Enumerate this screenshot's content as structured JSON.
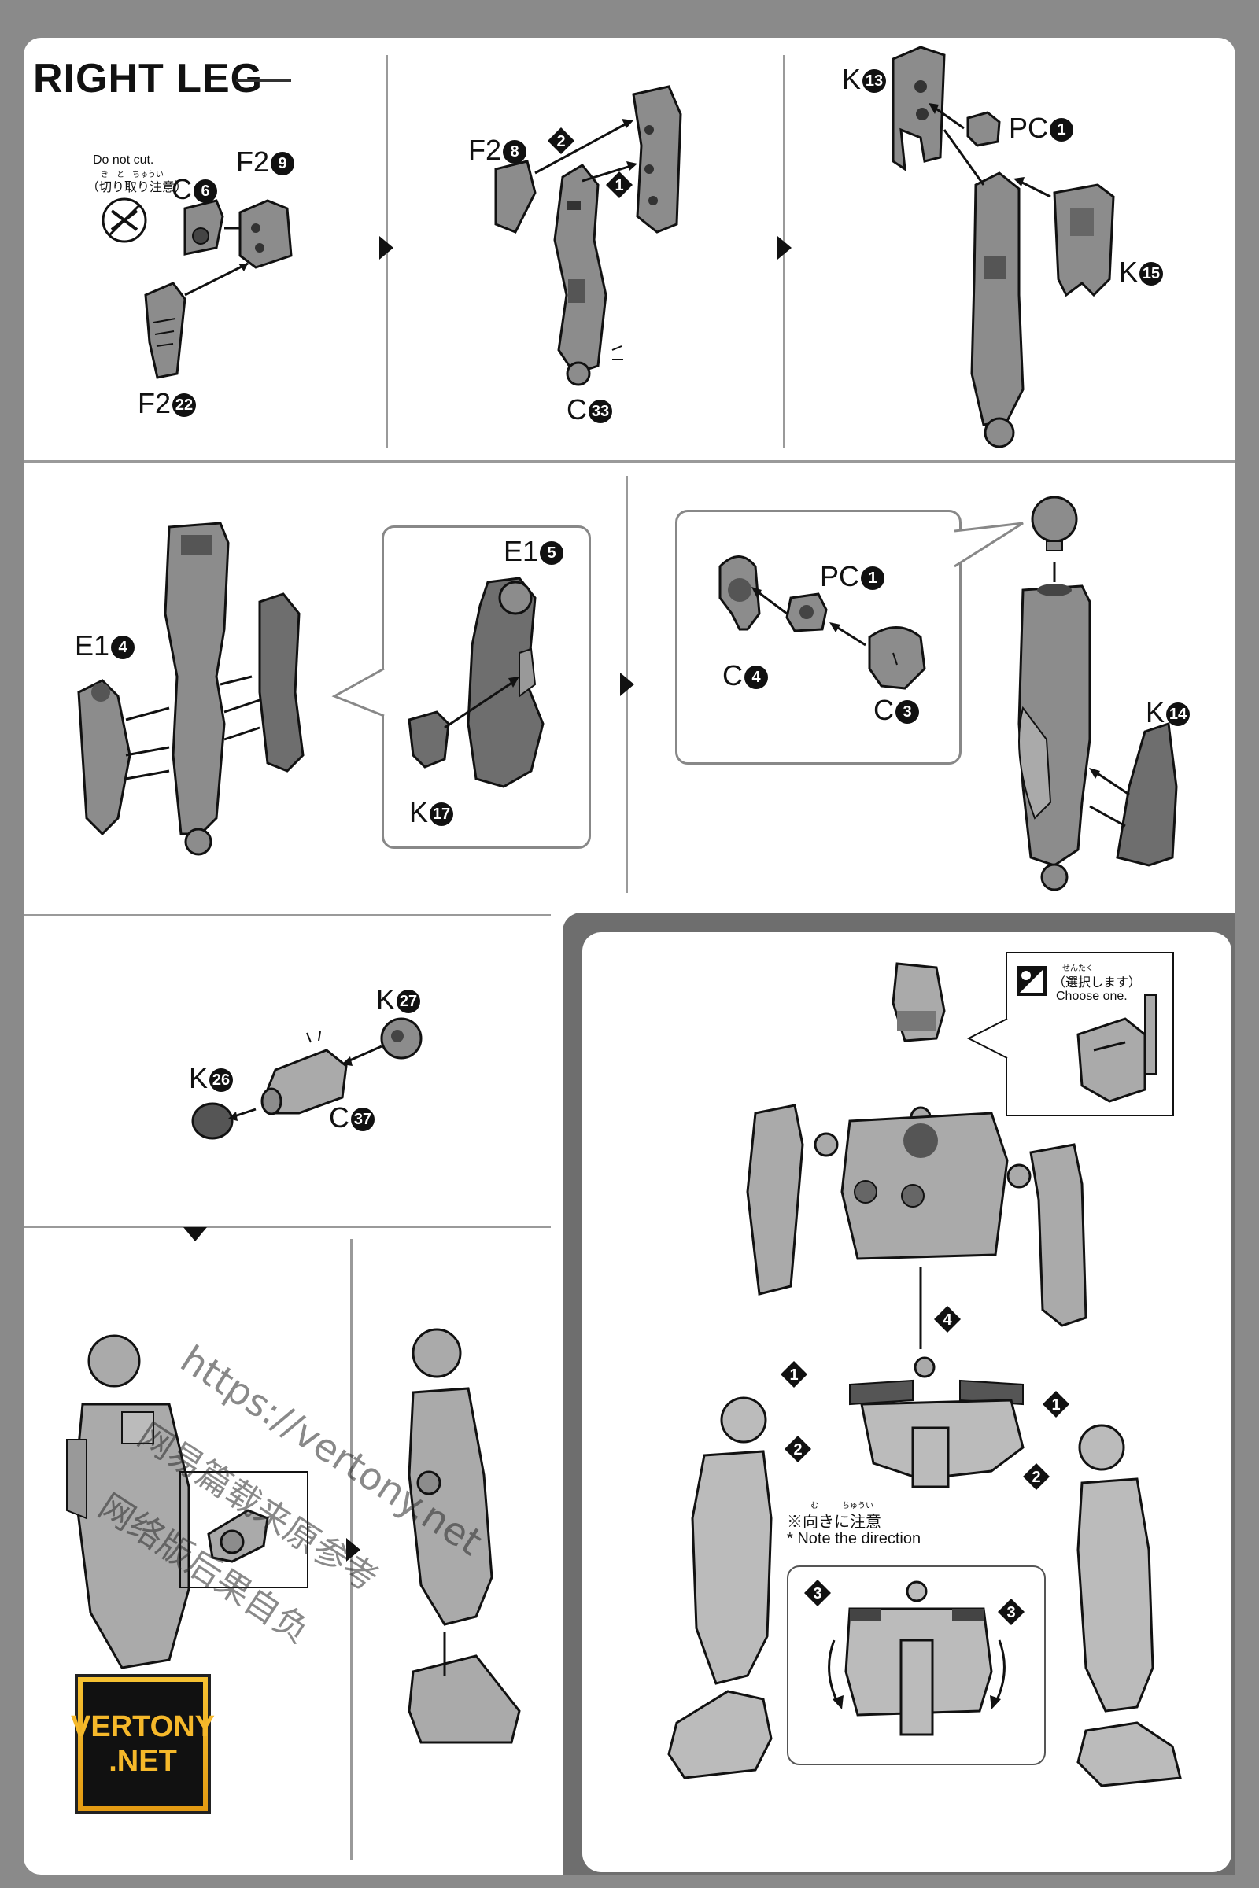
{
  "title": "RIGHT LEG",
  "sections": {
    "s1": {
      "warning": {
        "en": "Do not cut.",
        "ja": "（切り取り注意）",
        "ruby": "き　と　ちゅうい"
      },
      "labels": [
        {
          "code": "C",
          "num": "6"
        },
        {
          "code": "F2",
          "num": "9"
        },
        {
          "code": "F2",
          "num": "22"
        }
      ]
    },
    "s2": {
      "labels": [
        {
          "code": "F2",
          "num": "8"
        },
        {
          "code": "C",
          "num": "33"
        }
      ],
      "steps": [
        "2",
        "1"
      ]
    },
    "s3": {
      "labels": [
        {
          "code": "K",
          "num": "13"
        },
        {
          "code": "PC",
          "num": "1"
        },
        {
          "code": "K",
          "num": "15"
        }
      ]
    },
    "s4": {
      "labels": [
        {
          "code": "E1",
          "num": "4"
        },
        {
          "code": "E1",
          "num": "5"
        },
        {
          "code": "K",
          "num": "17"
        }
      ]
    },
    "s5": {
      "labels": [
        {
          "code": "PC",
          "num": "1"
        },
        {
          "code": "C",
          "num": "4"
        },
        {
          "code": "C",
          "num": "3"
        },
        {
          "code": "K",
          "num": "14"
        }
      ]
    },
    "s6": {
      "labels": [
        {
          "code": "K",
          "num": "27"
        },
        {
          "code": "K",
          "num": "26"
        },
        {
          "code": "C",
          "num": "37"
        }
      ]
    },
    "final": {
      "choose": {
        "ja": "（選択します）",
        "ruby": "せんたく",
        "en": "Choose one."
      },
      "note": {
        "ja": "※向きに注意",
        "ruby": "む　　　ちゅうい",
        "en": "* Note the direction"
      },
      "steps": [
        "4",
        "1",
        "1",
        "2",
        "2",
        "3",
        "3"
      ]
    }
  },
  "watermark": {
    "url": "https://vertony.net",
    "line1": "网易篇载来原参考",
    "line2": "网络版后果自负"
  },
  "logo": {
    "line1": "VERTONY",
    "line2": ".NET"
  }
}
